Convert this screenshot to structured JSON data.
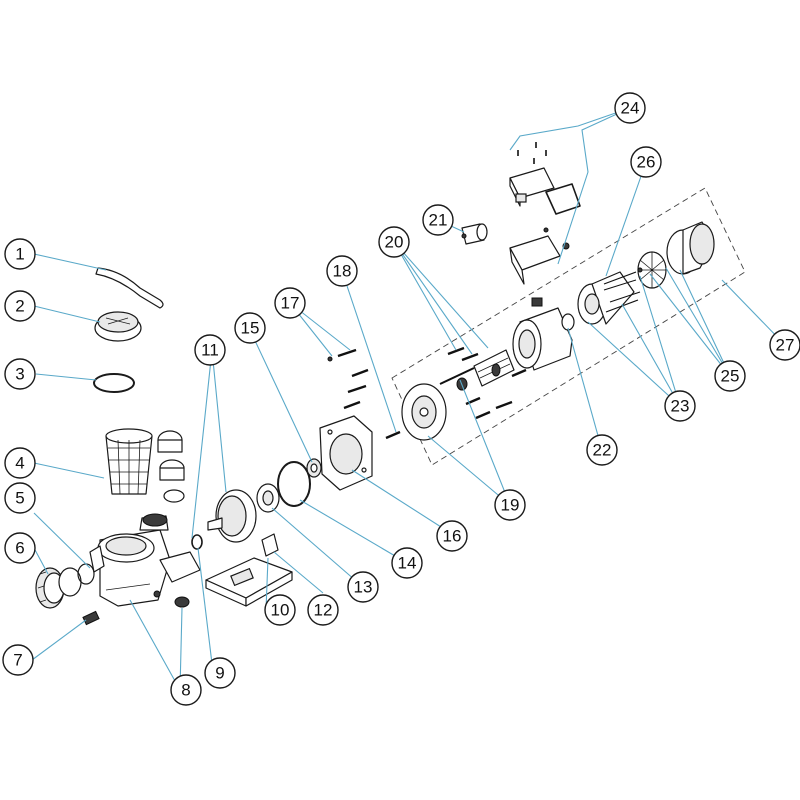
{
  "callouts": [
    "1",
    "2",
    "3",
    "4",
    "5",
    "6",
    "7",
    "8",
    "9",
    "10",
    "11",
    "12",
    "13",
    "14",
    "15",
    "16",
    "17",
    "18",
    "19",
    "20",
    "21",
    "22",
    "23",
    "24",
    "25",
    "26",
    "27"
  ],
  "leader_color": "#5aa9c9",
  "line_color": "#1a1a1a",
  "background": "#ffffff"
}
